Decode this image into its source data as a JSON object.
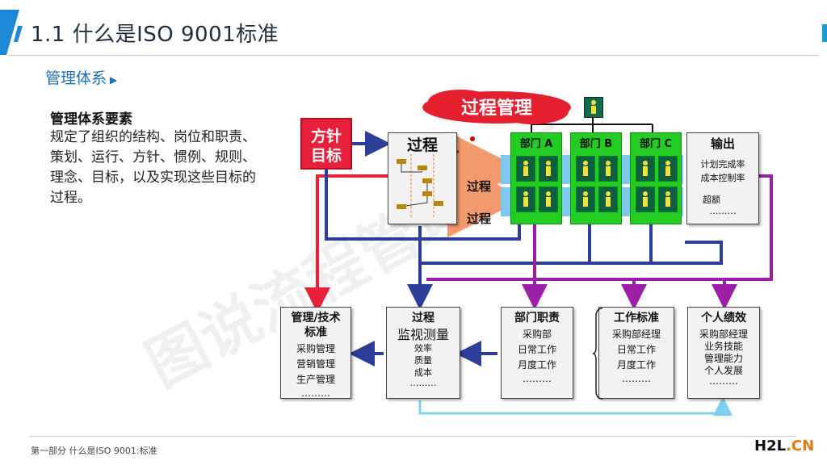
{
  "header": {
    "title": "1.1 什么是ISO 9001标准",
    "subtitle": "管理体系"
  },
  "text": {
    "heading": "管理体系要素",
    "body": "规定了组织的结构、岗位和职责、策划、运行、方针、惯例、规则、理念、目标，以及实现这些目标的过程。"
  },
  "diagram": {
    "cloud": "过程管理",
    "policy": [
      "方针",
      "目标"
    ],
    "process_box": "过程",
    "process_arrows": [
      "过程",
      "过程"
    ],
    "departments": [
      "部门 A",
      "部门 B",
      "部门 C"
    ],
    "output": {
      "title": "输出",
      "items": [
        "计划完成率",
        "成本控制率",
        "超额",
        "………"
      ]
    },
    "bottom_boxes": [
      {
        "title": "管理/技术标准",
        "title_lines": [
          "管理/技术",
          "标准"
        ],
        "items": [
          "采购管理",
          "营销管理",
          "生产管理",
          "………"
        ]
      },
      {
        "title_lines": [
          "过程",
          "监视测量"
        ],
        "items": [
          "效率",
          "质量",
          "成本",
          "………"
        ]
      },
      {
        "title_lines": [
          "部门职责"
        ],
        "items": [
          "采购部",
          "日常工作",
          "月度工作",
          "………"
        ]
      },
      {
        "title_lines": [
          "工作标准"
        ],
        "items": [
          "采购部经理",
          "日常工作",
          "月度工作",
          "………"
        ]
      },
      {
        "title_lines": [
          "个人绩效"
        ],
        "items": [
          "采购部经理",
          "业务技能",
          "管理能力",
          "个人发展",
          "………"
        ]
      }
    ],
    "watermark": "图说流程管理体系",
    "colors": {
      "blue": "#2e3d98",
      "red": "#e8203a",
      "purple": "#9b1fa8",
      "green": "#22cc22",
      "cyan": "#7fd0ee"
    }
  },
  "footer": {
    "text": "第一部分 什么是ISO 9001:标准",
    "logo_main": "H2L",
    "logo_suffix": ".CN"
  }
}
